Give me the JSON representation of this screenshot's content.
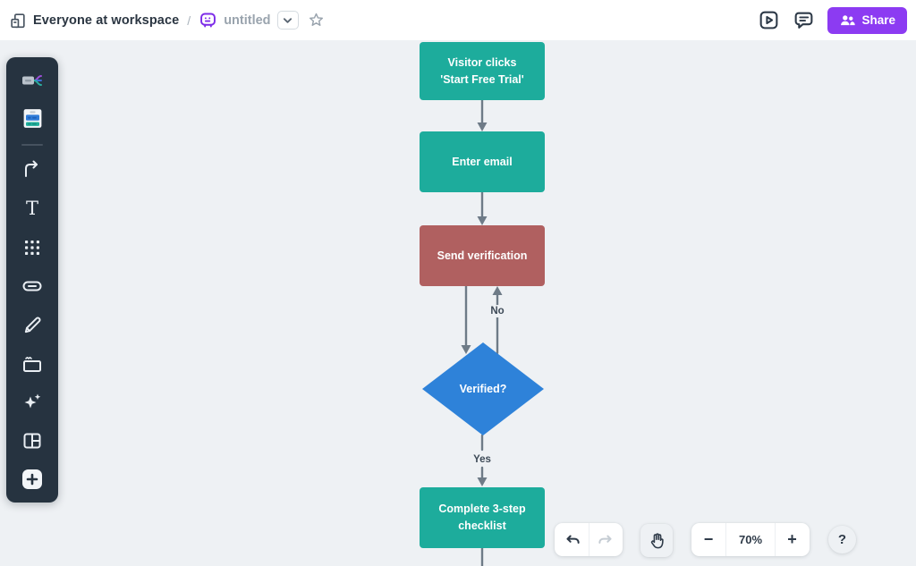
{
  "header": {
    "workspace_label": "Everyone at workspace",
    "separator": "/",
    "doc_title": "untitled",
    "share_label": "Share",
    "icons": [
      "workspace-icon",
      "board-doc-icon",
      "chevron-down-icon",
      "star-icon",
      "present-play-icon",
      "comment-icon",
      "people-icon"
    ]
  },
  "sidebar": {
    "icons": [
      "mind-map-tool",
      "board-card-tool",
      "connector-tool",
      "text-tool",
      "shapes-grid-tool",
      "link-tool",
      "pencil-tool",
      "frame-tool",
      "ai-sparkles-tool",
      "layout-tool",
      "add-tool"
    ]
  },
  "canvas": {
    "nodes": [
      {
        "label": "Visitor clicks 'Start Free Trial'",
        "type": "process",
        "color": "#1DAC9C"
      },
      {
        "label": "Enter email",
        "type": "process",
        "color": "#1DAC9C"
      },
      {
        "label": "Send verification",
        "type": "process",
        "color": "#B06060"
      },
      {
        "label": "Verified?",
        "type": "decision",
        "color": "#2E82D9"
      },
      {
        "label": "Complete 3-step checklist",
        "type": "process",
        "color": "#1DAC9C"
      }
    ],
    "edge_labels": {
      "no": "No",
      "yes": "Yes"
    },
    "connector_color": "#6E7B87"
  },
  "controls": {
    "zoom_level": "70%",
    "minus_label": "−",
    "plus_label": "+",
    "help_label": "?"
  },
  "colors": {
    "accent_purple": "#8C3BF2",
    "doc_icon_purple": "#7C2BE8",
    "teal": "#1DAC9C",
    "red": "#B06060",
    "blue": "#2E82D9",
    "sidebar_bg": "#263340",
    "canvas_bg": "#EEF1F4"
  }
}
